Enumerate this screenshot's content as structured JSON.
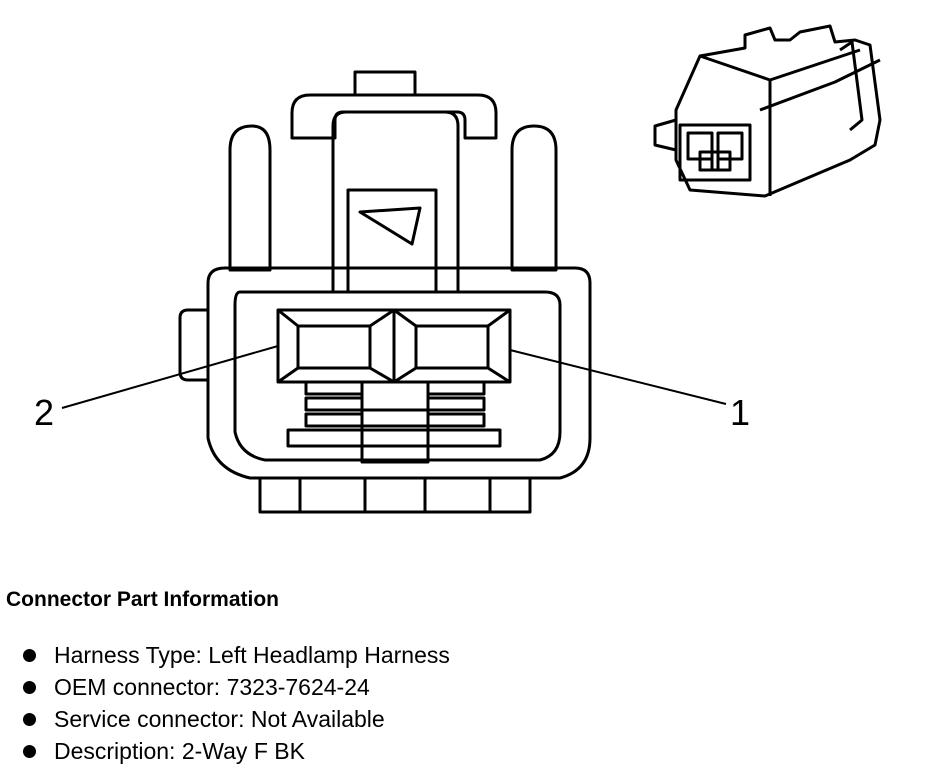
{
  "pins": [
    {
      "number": "2"
    },
    {
      "number": "1"
    }
  ],
  "info": {
    "title": "Connector Part Information",
    "items": [
      {
        "label": "Harness Type: Left Headlamp Harness"
      },
      {
        "label": "OEM connector: 7323-7624-24"
      },
      {
        "label": "Service connector: Not Available"
      },
      {
        "label": "Description: 2-Way F BK"
      }
    ]
  }
}
